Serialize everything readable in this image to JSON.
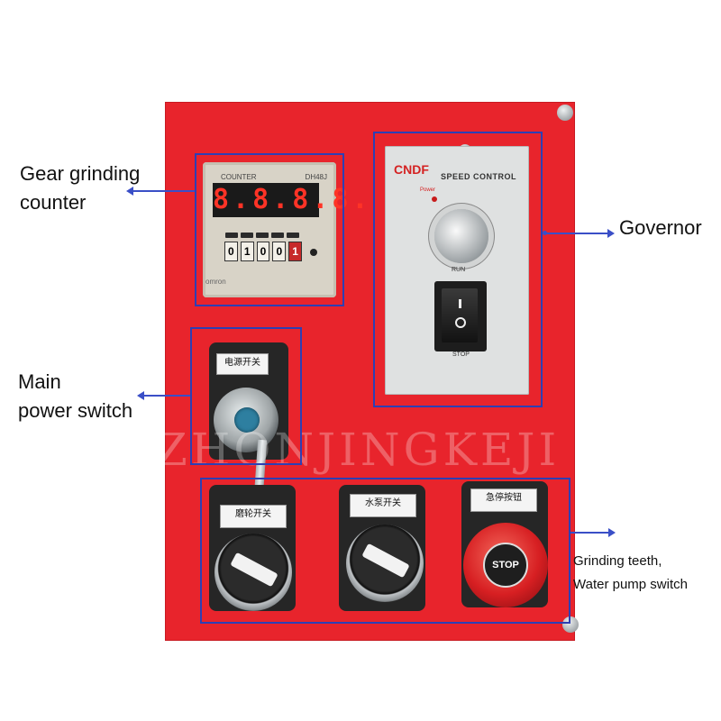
{
  "labels": {
    "counter": "Gear grinding\ncounter",
    "governor": "Governor",
    "main_switch": "Main\npower switch",
    "grinding": "Grinding teeth,\nWater pump switch"
  },
  "counter": {
    "header_left": "COUNTER",
    "header_right": "DH48J",
    "display": "8.8.8.8.",
    "wheels": [
      "0",
      "1",
      "0",
      "0",
      "1"
    ],
    "brand": "omron"
  },
  "governor": {
    "brand": "CNDF",
    "title": "SPEED CONTROL",
    "power_label": "Power",
    "run_label": "RUN",
    "stop_label": "STOP"
  },
  "switches": {
    "main_plate": "电源开关",
    "grinding_plate": "磨轮开关",
    "pump_plate": "水泵开关",
    "estop_plate": "急停按钮",
    "estop_badge": "STOP"
  },
  "watermark": "ZHONJINGKEJI",
  "colors": {
    "panel": "#e8242c",
    "callout": "#2d3fb4"
  }
}
